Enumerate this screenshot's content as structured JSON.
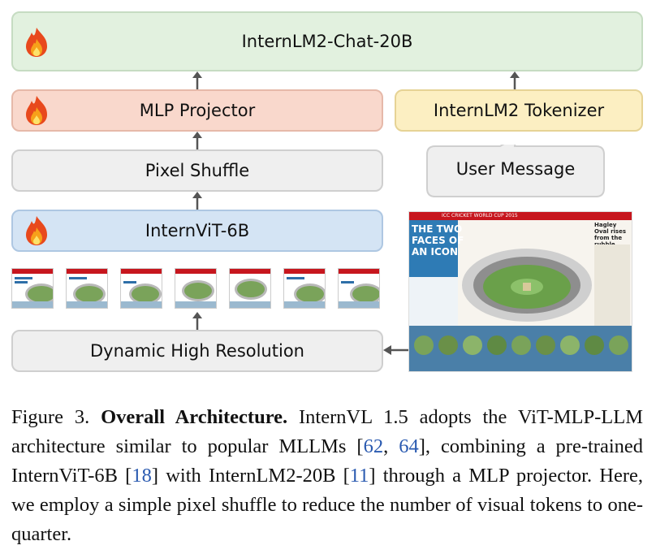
{
  "diagram": {
    "llm_label": "InternLM2-Chat-20B",
    "projector_label": "MLP Projector",
    "tokenizer_label": "InternLM2 Tokenizer",
    "pixel_shuffle_label": "Pixel Shuffle",
    "user_message_label": "User Message",
    "vit_label": "InternViT-6B",
    "dynamic_res_label": "Dynamic High Resolution",
    "trainable_icon": "fire-icon"
  },
  "poster": {
    "headline_line1": "THE TWO",
    "headline_line2": "FACES OF",
    "headline_line3": "AN ICON",
    "banner": "ICC CRICKET WORLD CUP 2015",
    "side_title": "Hagley Oval rises from the rubble"
  },
  "caption": {
    "figure_label": "Figure 3.",
    "title": "Overall Architecture.",
    "t1": " InternVL 1.5 adopts the ViT-MLP-LLM architecture similar to popular MLLMs [",
    "c1": "62",
    "t2": ", ",
    "c2": "64",
    "t3": "], combining a pre-trained InternViT-6B [",
    "c3": "18",
    "t4": "] with InternLM2-20B [",
    "c4": "11",
    "t5": "] through a MLP projector. Here, we employ a simple pixel shuffle to reduce the number of visual tokens to one-quarter."
  },
  "colors": {
    "llm": "#e2f1df",
    "projector": "#f9d8cc",
    "tokenizer": "#fcefc2",
    "neutral": "#efefef",
    "vit": "#d4e4f4",
    "citation": "#2a5ab0"
  }
}
